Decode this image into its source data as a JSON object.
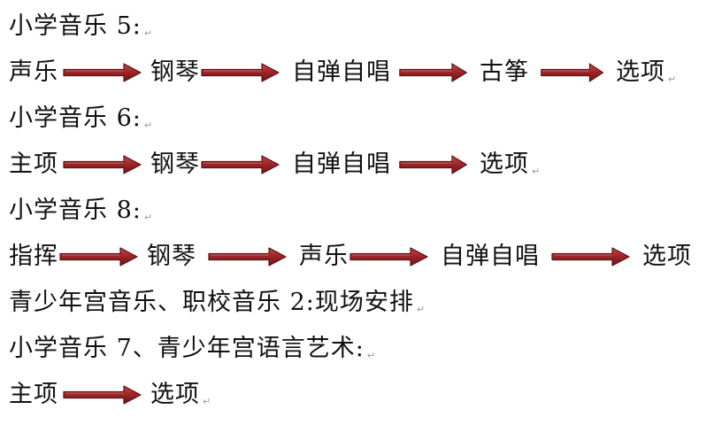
{
  "document": {
    "lines": [
      {
        "text": "小学音乐 5:"
      },
      {
        "items": [
          "声乐",
          "钢琴",
          "自弹自唱",
          "古筝",
          "选项"
        ]
      },
      {
        "text": "小学音乐 6:"
      },
      {
        "items": [
          "主项",
          "钢琴",
          "自弹自唱",
          "选项"
        ]
      },
      {
        "text": "小学音乐 8:"
      },
      {
        "items": [
          "指挥",
          "钢琴",
          "声乐",
          "自弹自唱",
          "选项"
        ]
      },
      {
        "text": "青少年宫音乐、职校音乐 2:现场安排"
      },
      {
        "text": "小学音乐 7、青少年宫语言艺术:"
      },
      {
        "items": [
          "主项",
          "选项"
        ]
      }
    ],
    "paragraph_mark": "↵",
    "arrow_color": "#a0262a"
  }
}
